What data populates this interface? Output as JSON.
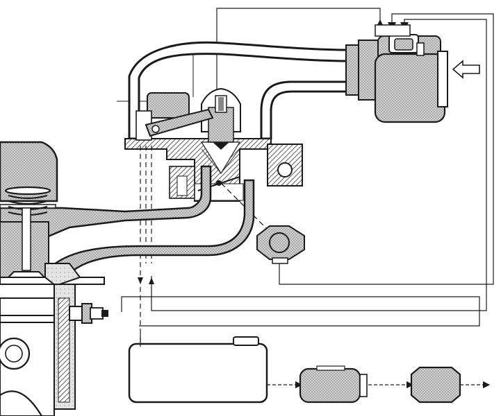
{
  "diagram": {
    "colors": {
      "ink": "#1a1a1a",
      "stipple": "#bdbdbd",
      "hatch": "#8a8a8a",
      "paper": "#ffffff"
    },
    "components": [
      {
        "id": "cylinder-head",
        "icon": "cylinder-head-icon"
      },
      {
        "id": "valve-spring",
        "icon": "spring-icon"
      },
      {
        "id": "intake-valve",
        "icon": "valve-icon"
      },
      {
        "id": "piston",
        "icon": "piston-icon"
      },
      {
        "id": "coolant-jacket",
        "icon": "coolant-jacket-icon"
      },
      {
        "id": "temperature-sensor",
        "icon": "sensor-icon"
      },
      {
        "id": "throttle-body",
        "icon": "throttle-body-icon"
      },
      {
        "id": "fuel-injector",
        "icon": "injector-icon"
      },
      {
        "id": "pressure-regulator",
        "icon": "regulator-icon"
      },
      {
        "id": "air-flow-meter",
        "icon": "air-flow-meter-icon"
      },
      {
        "id": "throttle-position-sensor",
        "icon": "sensor-icon"
      },
      {
        "id": "fuel-tank",
        "icon": "fuel-tank-icon"
      },
      {
        "id": "fuel-pump",
        "icon": "fuel-pump-icon"
      },
      {
        "id": "fuel-filter",
        "icon": "fuel-filter-icon"
      }
    ],
    "intake_arrow_icon": "arrow-left-icon"
  }
}
